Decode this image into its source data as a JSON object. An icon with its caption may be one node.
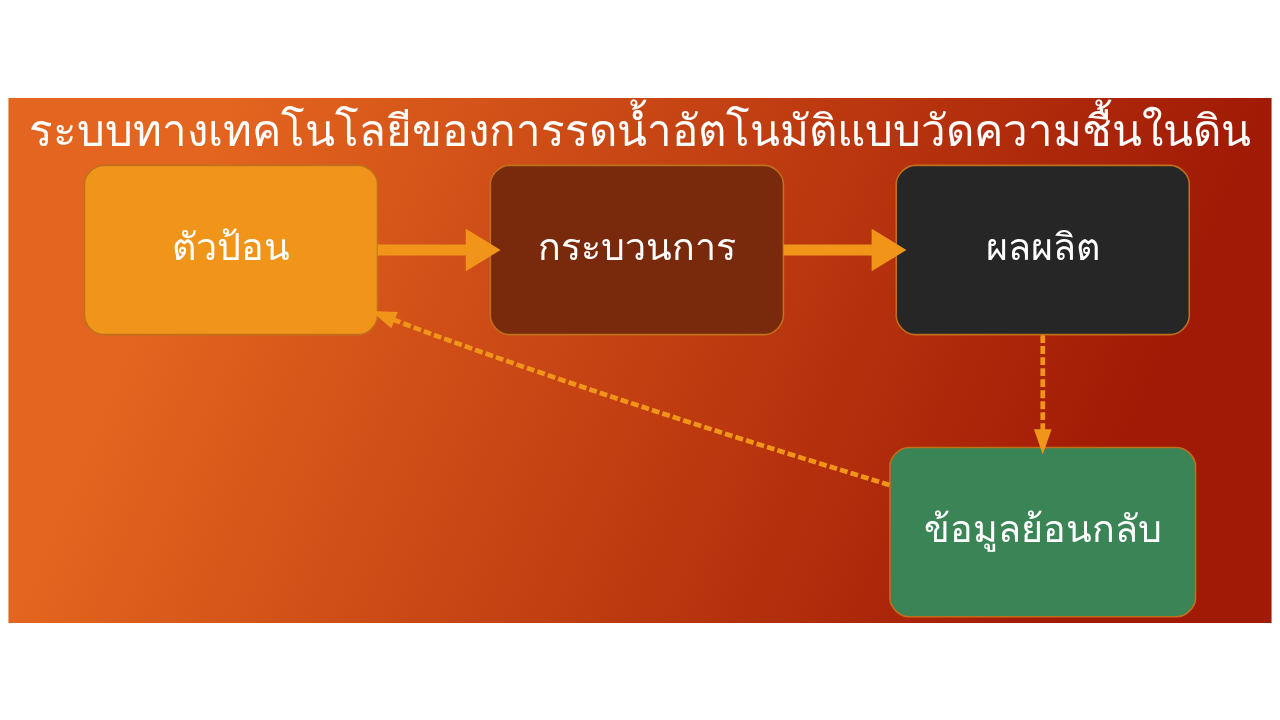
{
  "diagram": {
    "title": "ระบบทางเทคโนโลยีของการรดน้ำอัตโนมัติแบบวัดความชื้นในดิน",
    "nodes": [
      {
        "text": [
          "ตัวป้อน"
        ]
      },
      {
        "text": [
          "กระบวนการ"
        ]
      },
      {
        "text": [
          "ผลผลิต"
        ]
      },
      {
        "text": [
          "ข้อมูลย้อนกลับ"
        ]
      }
    ],
    "edges": [
      {
        "from": 0,
        "to": 1,
        "arrow": "to",
        "style": "thick"
      },
      {
        "from": 1,
        "to": 2,
        "arrow": "to",
        "style": "thick"
      },
      {
        "from": 2,
        "to": 3,
        "arrow": "to",
        "style": "dashed"
      },
      {
        "from": 3,
        "to": 0,
        "arrow": "to",
        "style": "dashed"
      }
    ]
  }
}
